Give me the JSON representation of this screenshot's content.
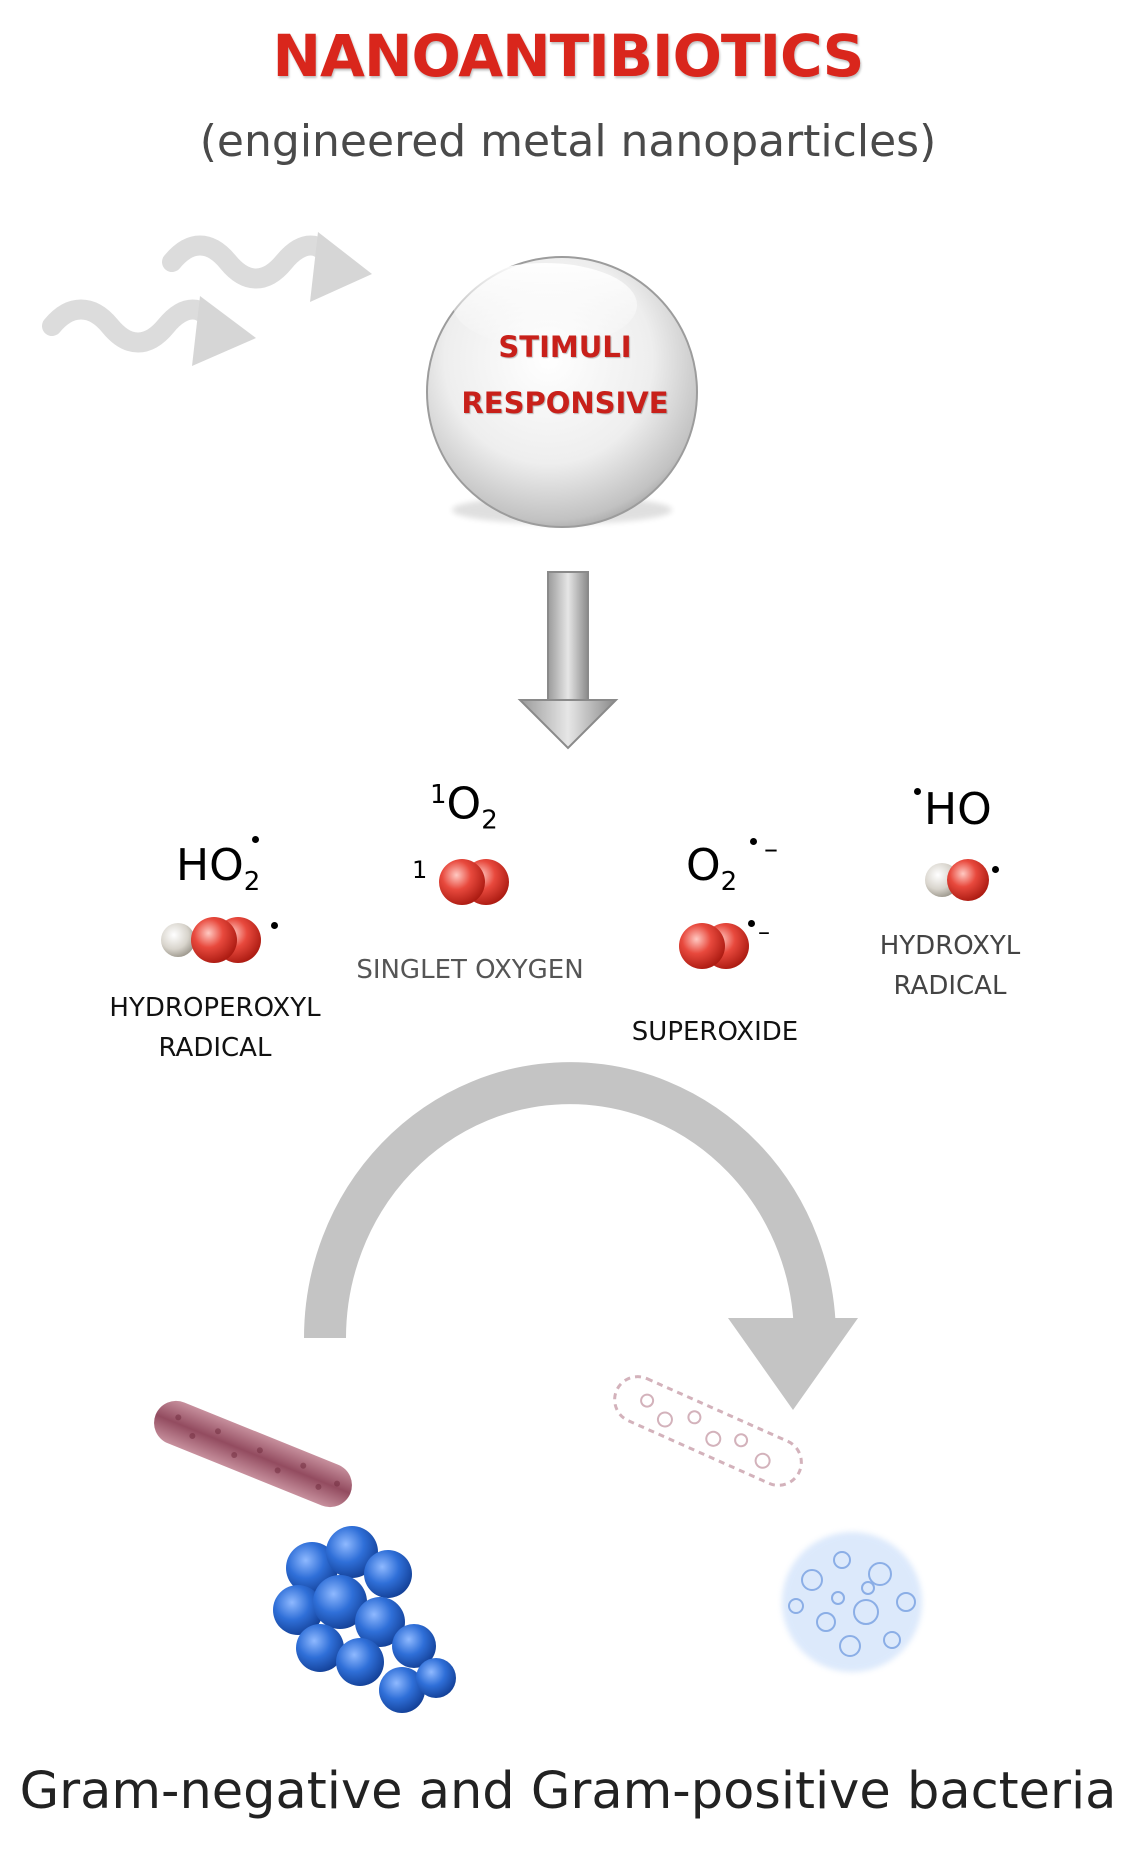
{
  "header": {
    "title": "NANOANTIBIOTICS",
    "subtitle": "(engineered metal nanoparticles)"
  },
  "sphere": {
    "line1": "STIMULI",
    "line2": "RESPONSIVE"
  },
  "species": {
    "hydroperoxyl": {
      "formula_main": "HO",
      "formula_sub": "2",
      "label_line1": "HYDROPEROXYL",
      "label_line2": "RADICAL"
    },
    "singlet": {
      "formula_sup": "1",
      "formula_main": "O",
      "formula_sub": "2",
      "prefix": "1",
      "label": "SINGLET OXYGEN"
    },
    "superoxide": {
      "formula_main": "O",
      "formula_sub": "2",
      "charge": "–",
      "label": "SUPEROXIDE"
    },
    "hydroxyl": {
      "formula_main": "HO",
      "label_line1": "HYDROXYL",
      "label_line2": "RADICAL"
    }
  },
  "footer": {
    "caption": "Gram-negative and Gram-positive bacteria"
  },
  "colors": {
    "title_red": "#d9261c",
    "molecule_red": "#e0453b",
    "hydrogen_grey": "#d8d4cc",
    "arrow_grey": "#c4c4c4",
    "gram_negative": "#a06070",
    "gram_positive": "#2f6fd8"
  },
  "icons": [
    "light-wave-arrow",
    "down-arrow",
    "curved-arrow",
    "molecule"
  ]
}
